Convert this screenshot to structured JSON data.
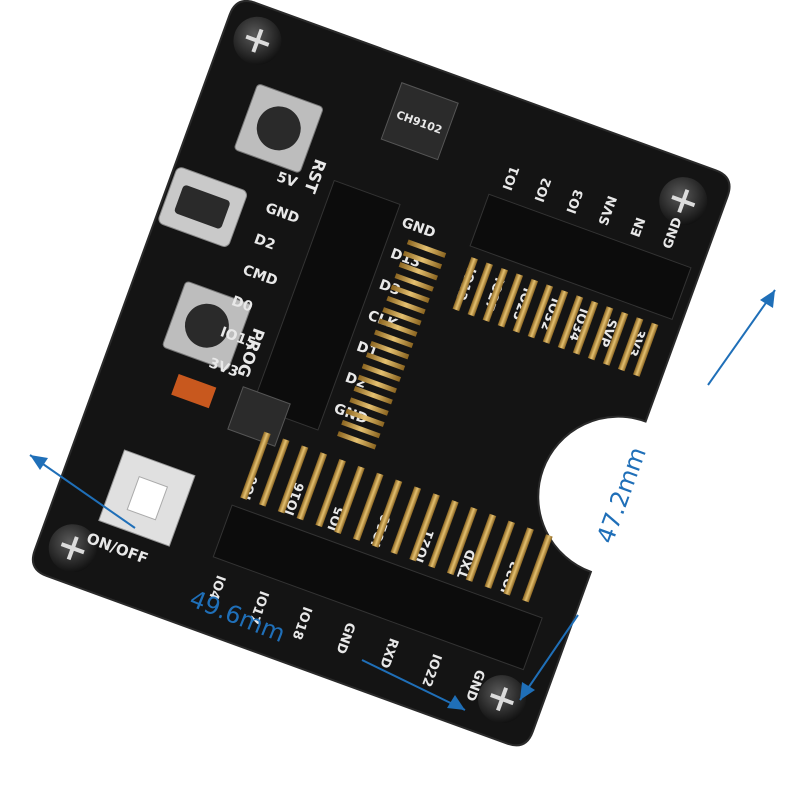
{
  "product": {
    "board_color": "#141414",
    "silk_color": "#e8e8e8",
    "pin_color": "#c89b3c",
    "dimension_color": "#1f6fb8"
  },
  "dimensions": {
    "width_label": "49.6mm",
    "height_label": "47.2mm"
  },
  "silkscreen": {
    "buttons": {
      "reset": "RST",
      "program": "PROG",
      "power": "ON/OFF"
    },
    "left_header": [
      "5V",
      "GND",
      "D2",
      "CMD",
      "D0",
      "IO15",
      "3V3"
    ],
    "left_header_right": [
      "GND",
      "D13",
      "D3",
      "CLK",
      "D1",
      "D2",
      "GND"
    ],
    "top_header_top": [
      "IO1",
      "IO2",
      "IO3",
      "SVN",
      "EN",
      "GND"
    ],
    "top_header_bottom": [
      "IO12",
      "IO27",
      "IO25",
      "IO32",
      "IO34",
      "SVP",
      "3V3"
    ],
    "bottom_header_top": [
      "IO0",
      "IO16",
      "IO5",
      "IO19",
      "IO21",
      "TXD",
      "IO23"
    ],
    "bottom_header_bottom": [
      "IO4",
      "IO17",
      "IO18",
      "GND",
      "RXD",
      "IO22",
      "GND"
    ],
    "chip_text": "CH9102"
  }
}
